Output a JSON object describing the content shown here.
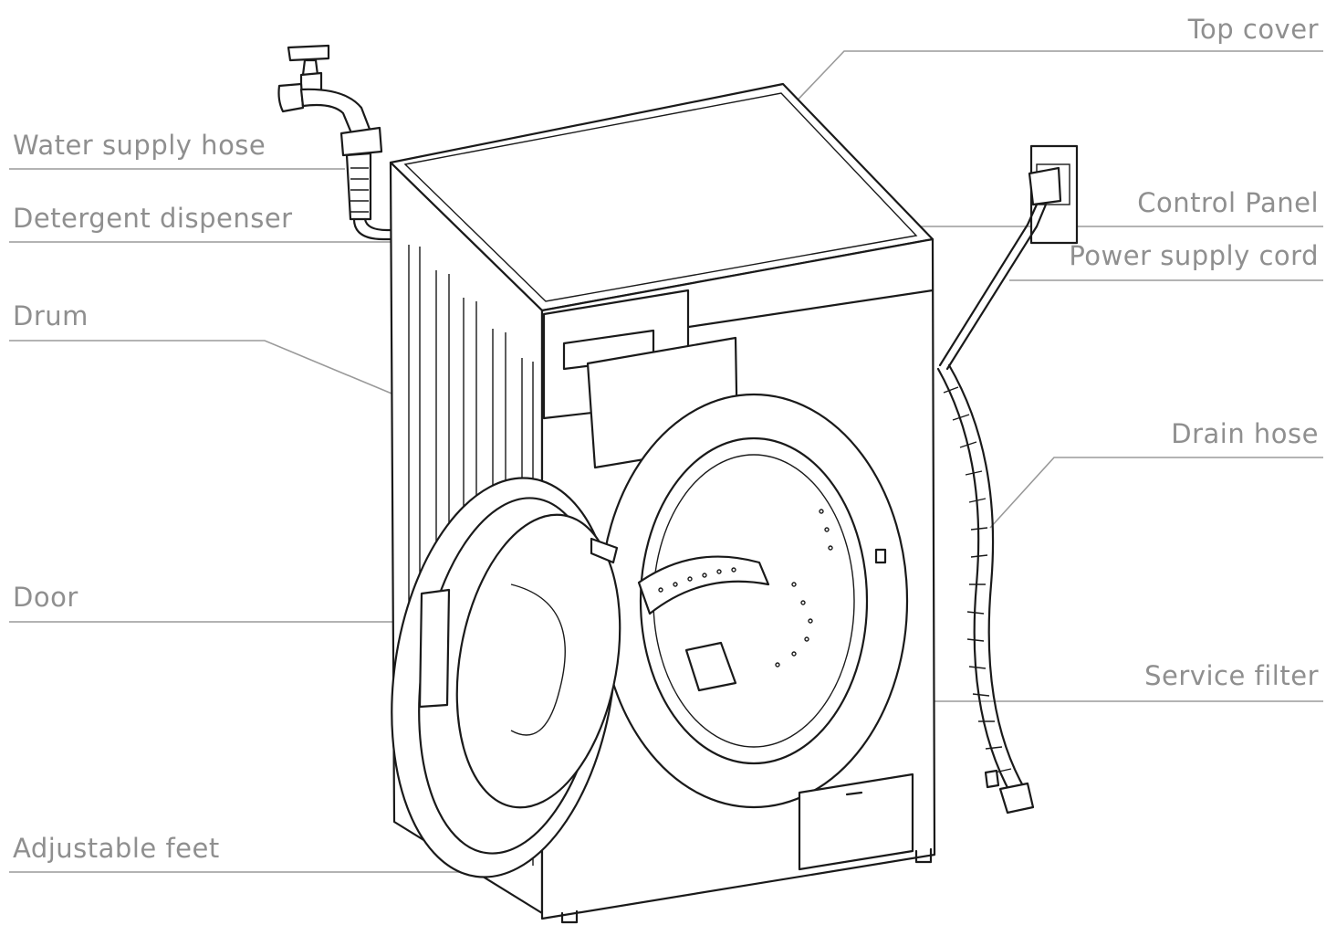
{
  "labels": {
    "top_cover": "Top cover",
    "water_supply_hose": "Water supply hose",
    "control_panel": "Control Panel",
    "detergent_dispenser": "Detergent dispenser",
    "power_supply_cord": "Power supply cord",
    "drum": "Drum",
    "drain_hose": "Drain hose",
    "door": "Door",
    "service_filter": "Service filter",
    "adjustable_feet": "Adjustable feet"
  },
  "colors": {
    "label_text": "#8f8f8f",
    "leader_line": "#9a9a9a",
    "drawing_ink": "#1a1a1a",
    "background": "#ffffff"
  }
}
